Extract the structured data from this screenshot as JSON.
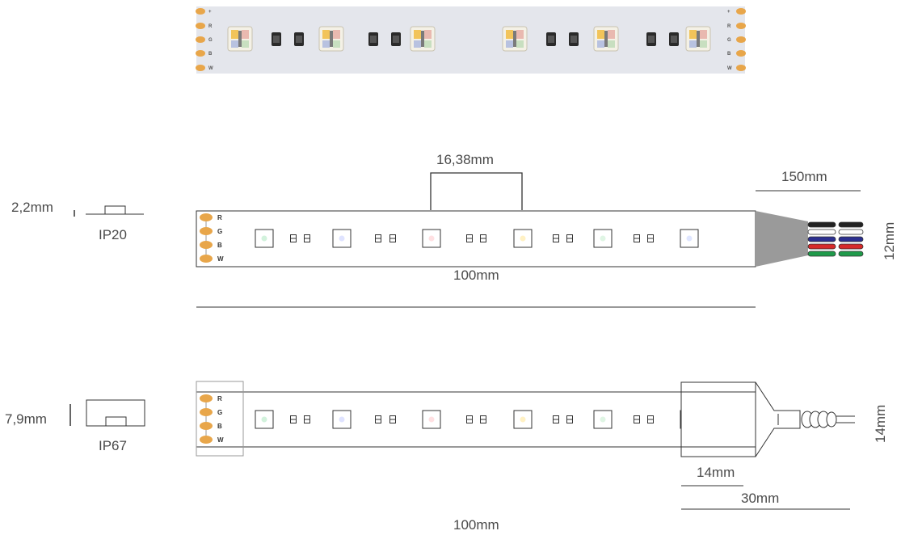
{
  "photo": {
    "pads_left": [
      "+",
      "R",
      "G",
      "B",
      "W"
    ],
    "pads_right": [
      "+",
      "R",
      "G",
      "B",
      "W"
    ]
  },
  "ip20": {
    "thickness_label": "2,2mm",
    "rating_label": "IP20",
    "pitch_label": "16,38mm",
    "cable_label": "150mm",
    "width_label": "12mm",
    "length_label": "100mm",
    "pads": [
      "R",
      "G",
      "B",
      "W"
    ],
    "led_colors": [
      "#d2f2dc",
      "#dfe3ff",
      "#ffe0e2",
      "#fff1c4",
      "#dff5e4",
      "#dfe6ff"
    ],
    "wire_colors": [
      "#222222",
      "#ffffff",
      "#2b2f8f",
      "#d62a2a",
      "#1f9a4a"
    ]
  },
  "ip67": {
    "thickness_label": "7,9mm",
    "rating_label": "IP67",
    "cap_length_label": "14mm",
    "cap_total_label": "30mm",
    "width_label": "14mm",
    "length_label": "100mm",
    "pads": [
      "R",
      "G",
      "B",
      "W"
    ],
    "led_colors": [
      "#d2f2dc",
      "#dfe3ff",
      "#ffe0e2",
      "#fff1c4",
      "#dff5e4",
      "#dfe6ff"
    ]
  },
  "colors": {
    "pad": "#e8a64a",
    "line": "#333333",
    "cable_sleeve": "#9a9a9a",
    "strip_photo": "#e4e6ec"
  }
}
